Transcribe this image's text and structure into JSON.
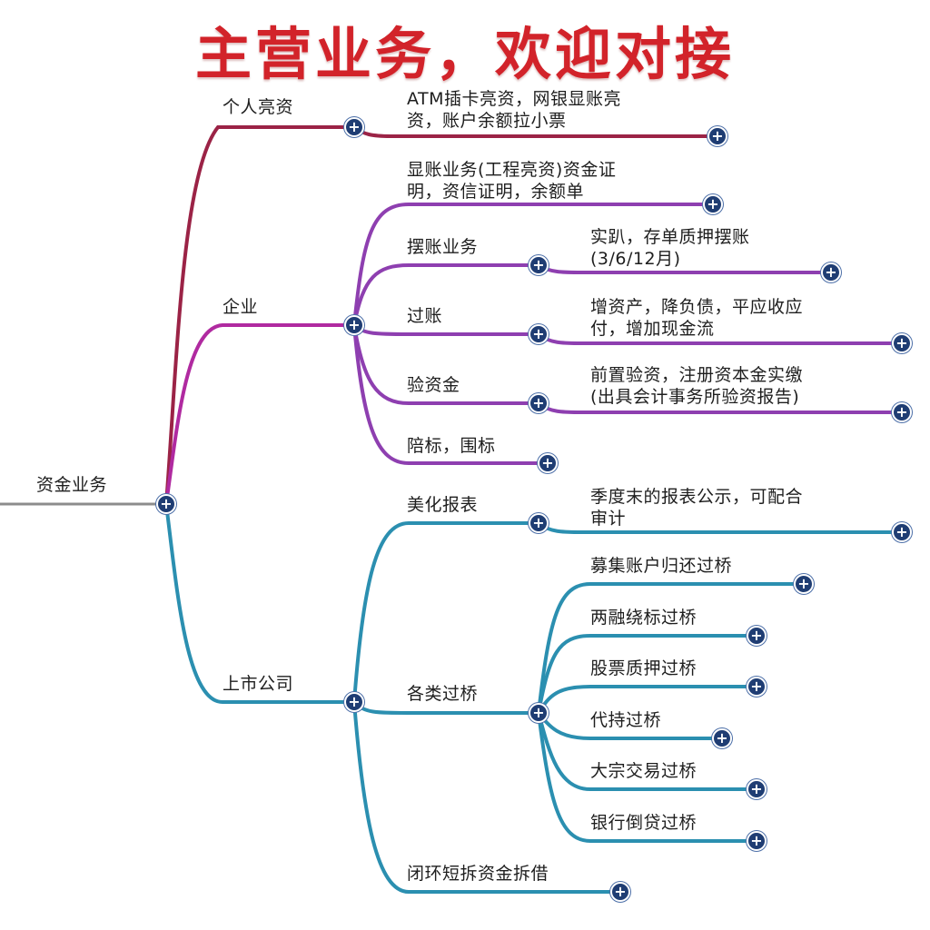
{
  "title": "主营业务，欢迎对接",
  "expand_icon": "plus-circle-icon",
  "colors": {
    "title": "#d2232a",
    "personal_branch": "#9b2346",
    "enterprise_branch": "#8e3fb0",
    "listed_branch": "#2b8fb0",
    "root_line": "#8c8c8c",
    "expand_button": "#1f3d73"
  },
  "root": {
    "label": "资金业务"
  },
  "personal": {
    "label": "个人亮资",
    "leaf": "ATM插卡亮资，网银显账亮\n资，账户余额拉小票"
  },
  "enterprise": {
    "label": "企业",
    "display_account": "显账业务(工程亮资)资金证\n明，资信证明，余额单",
    "pledge": {
      "label": "摆账业务",
      "leaf": "实趴，存单质押摆账\n(3/6/12月)"
    },
    "transfer": {
      "label": "过账",
      "leaf": "增资产，降负债，平应收应\n付，增加现金流"
    },
    "verify": {
      "label": "验资金",
      "leaf": "前置验资，注册资本金实缴\n(出具会计事务所验资报告)"
    },
    "bid": {
      "label": "陪标，围标"
    }
  },
  "listed": {
    "label": "上市公司",
    "beautify": {
      "label": "美化报表",
      "leaf": "季度末的报表公示，可配合\n审计"
    },
    "bridge": {
      "label": "各类过桥",
      "items": [
        "募集账户归还过桥",
        "两融绕标过桥",
        "股票质押过桥",
        "代持过桥",
        "大宗交易过桥",
        "银行倒贷过桥"
      ]
    },
    "closed_loop": {
      "label": "闭环短拆资金拆借"
    }
  }
}
